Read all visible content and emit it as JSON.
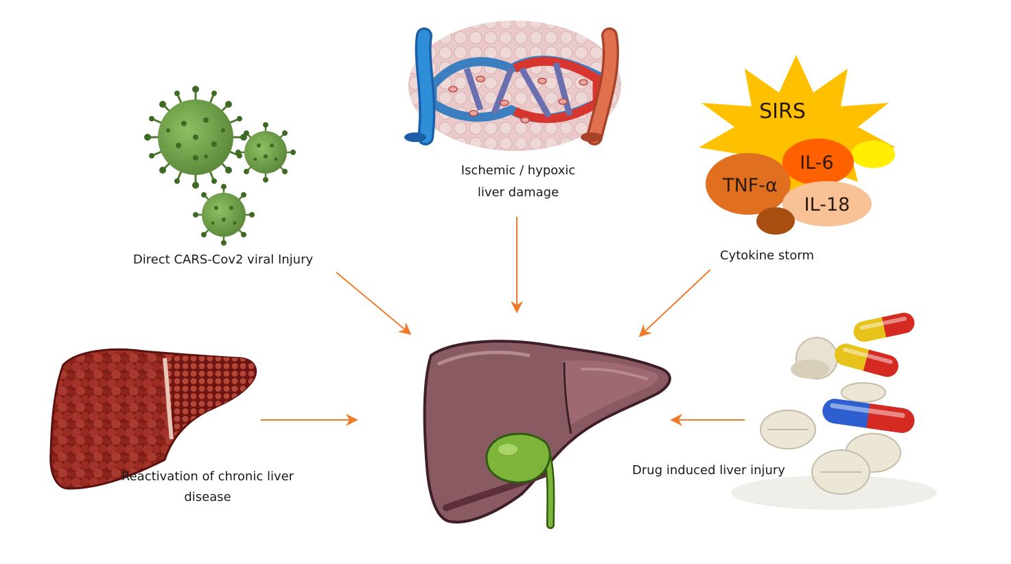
{
  "labels": {
    "viral": "Direct CARS-Cov2 viral Injury",
    "ischemic_line1": "Ischemic / hypoxic",
    "ischemic_line2": "liver damage",
    "cytokine": "Cytokine storm",
    "chronic_line1": "Reactivation of chronic liver",
    "chronic_line2": "disease",
    "drug": "Drug induced liver injury"
  },
  "cytokines": {
    "sirs": "SIRS",
    "il6": "IL-6",
    "tnf": "TNF-α",
    "il18": "IL-18"
  },
  "colors": {
    "arrow": "#f07a2a",
    "virus": "#6f9e4a",
    "liver": "#8a5a62",
    "gallbladder": "#7fb43a",
    "starburst": "#ffc000"
  }
}
